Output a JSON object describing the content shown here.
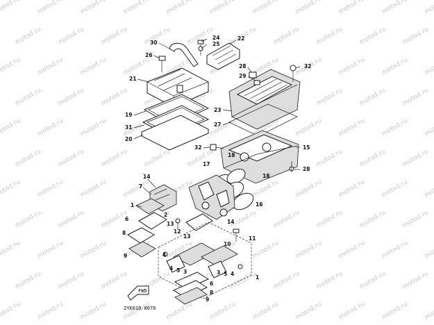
{
  "watermark": "motod.ru",
  "diagram_code": "2YK010-8070",
  "fwd_label": "FWD",
  "callouts": [
    "1",
    "2",
    "3",
    "4",
    "5",
    "6",
    "7",
    "8",
    "9",
    "10",
    "11",
    "12",
    "13",
    "14",
    "15",
    "16",
    "17",
    "18",
    "19",
    "20",
    "21",
    "22",
    "23",
    "24",
    "25",
    "26",
    "27",
    "28",
    "29",
    "30",
    "31",
    "32"
  ]
}
